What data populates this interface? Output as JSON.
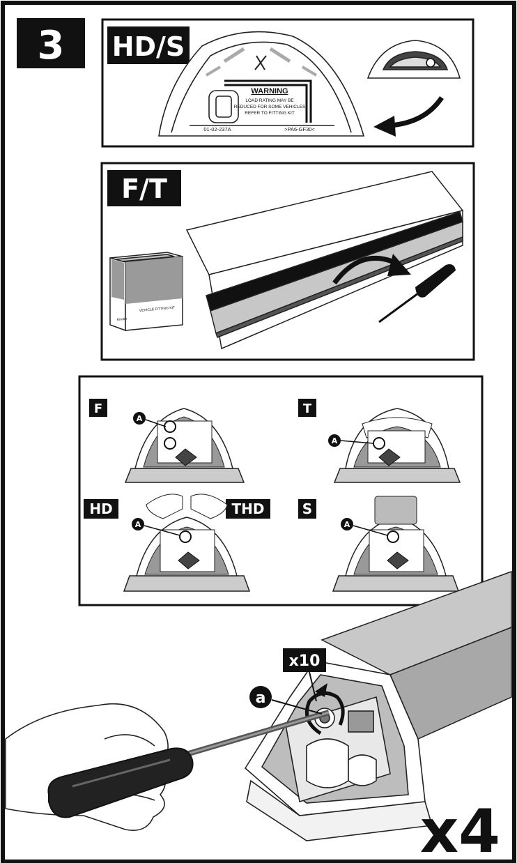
{
  "step_number": "3",
  "panels": {
    "hds": {
      "label": "HD/S",
      "warning": {
        "title": "WARNING",
        "lines": [
          "LOAD RATING MAY BE",
          "REDUCED FOR SOME VEHICLES",
          "REFER TO FITTING KIT"
        ]
      },
      "part_code": "01-02-237A",
      "material_code": ">PA6-GF30<"
    },
    "ft": {
      "label": "F/T",
      "box_text": "VEHICLE FITTING KIT",
      "box_brand": "Kinder"
    },
    "variants": {
      "callout": "A",
      "items": [
        "F",
        "T",
        "HD",
        "THD",
        "S"
      ]
    }
  },
  "main": {
    "count_badge": "x10",
    "callout": "a",
    "multiplier": "x4"
  },
  "colors": {
    "ink": "#111111",
    "grey_dark": "#555555",
    "grey_mid": "#8a8a8a",
    "grey_light": "#c8c8c8",
    "paper": "#ffffff"
  }
}
